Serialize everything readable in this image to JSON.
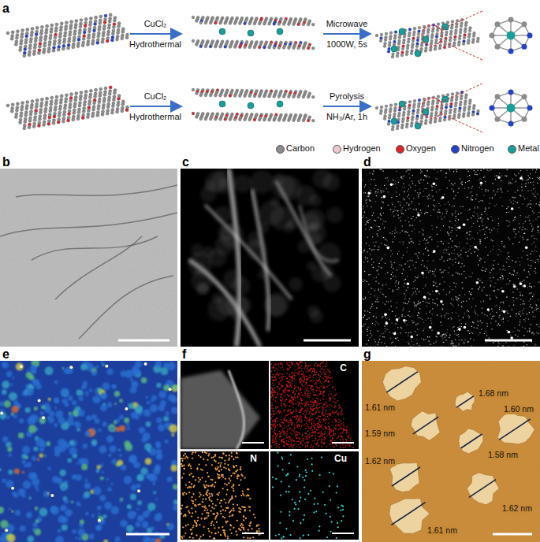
{
  "diagram": {
    "labels": [
      "a",
      "CuCl₂",
      "Hydrothermal",
      "Microwave",
      "1000W, 5s",
      "CuCl₂",
      "Hydrothermal",
      "Pyrolysis",
      "NH₃/Ar, 1h",
      "b",
      "c",
      "d",
      "e",
      "f",
      "g",
      "C",
      "N",
      "Cu",
      "1.61 nm",
      "1.68 nm",
      "1.59 nm",
      "1.58 nm",
      "1.60 nm",
      "1.62 nm",
      "1.62 nm",
      "1.61 nm"
    ],
    "legend": [
      {
        "text": "Carbon",
        "color": "#8c8c8c"
      },
      {
        "text": "Hydrogen",
        "color": "#ecc9cf"
      },
      {
        "text": "Oxygen",
        "color": "#d9262b"
      },
      {
        "text": "Nitrogen",
        "color": "#2442c8"
      },
      {
        "text": "Metal",
        "color": "#1a9e9a"
      }
    ]
  }
}
